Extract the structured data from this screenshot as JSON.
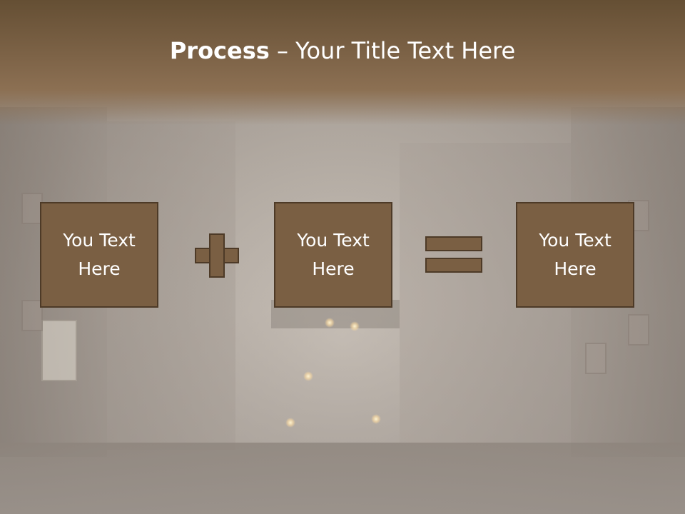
{
  "slide": {
    "title_bold": "Process",
    "title_rest": " – Your Title Text Here"
  },
  "process": {
    "boxes": [
      {
        "line1": "You Text",
        "line2": "Here"
      },
      {
        "line1": "You Text",
        "line2": "Here"
      },
      {
        "line1": "You Text",
        "line2": "Here"
      }
    ]
  },
  "colors": {
    "box_fill": "#7a5f43",
    "box_border": "#4d3a27",
    "header_band": "#7d6347",
    "text": "#ffffff"
  },
  "icons": {
    "operator_1": "plus-icon",
    "operator_2": "equals-icon"
  }
}
